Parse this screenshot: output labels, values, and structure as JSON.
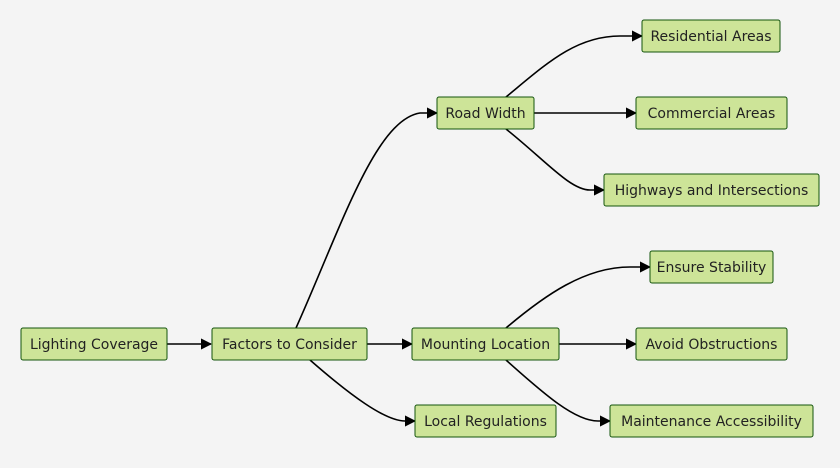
{
  "nodes": {
    "lighting_coverage": "Lighting Coverage",
    "factors_to_consider": "Factors to Consider",
    "road_width": "Road Width",
    "mounting_location": "Mounting Location",
    "local_regulations": "Local Regulations",
    "residential_areas": "Residential Areas",
    "commercial_areas": "Commercial Areas",
    "highways_and_intersections": "Highways and Intersections",
    "ensure_stability": "Ensure Stability",
    "avoid_obstructions": "Avoid Obstructions",
    "maintenance_accessibility": "Maintenance Accessibility"
  },
  "colors": {
    "node_fill": "#cde498",
    "node_border": "#13540c",
    "edge": "#000000",
    "background": "#f4f4f4"
  }
}
